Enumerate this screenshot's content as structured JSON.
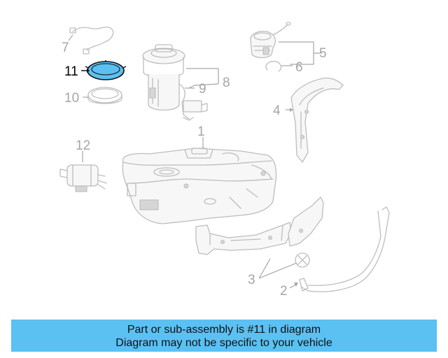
{
  "callouts": {
    "c1": "1",
    "c2": "2",
    "c3": "3",
    "c4": "4",
    "c5": "5",
    "c6": "6",
    "c7": "7",
    "c8": "8",
    "c9": "9",
    "c10": "10",
    "c11": "11",
    "c12": "12"
  },
  "highlight": {
    "part_number": "11",
    "color": "#5bc0f2"
  },
  "banner": {
    "line1": "Part or sub-assembly is #11 in diagram",
    "line2": "Diagram may not be specific to your vehicle",
    "color": "#5bc0f2"
  }
}
